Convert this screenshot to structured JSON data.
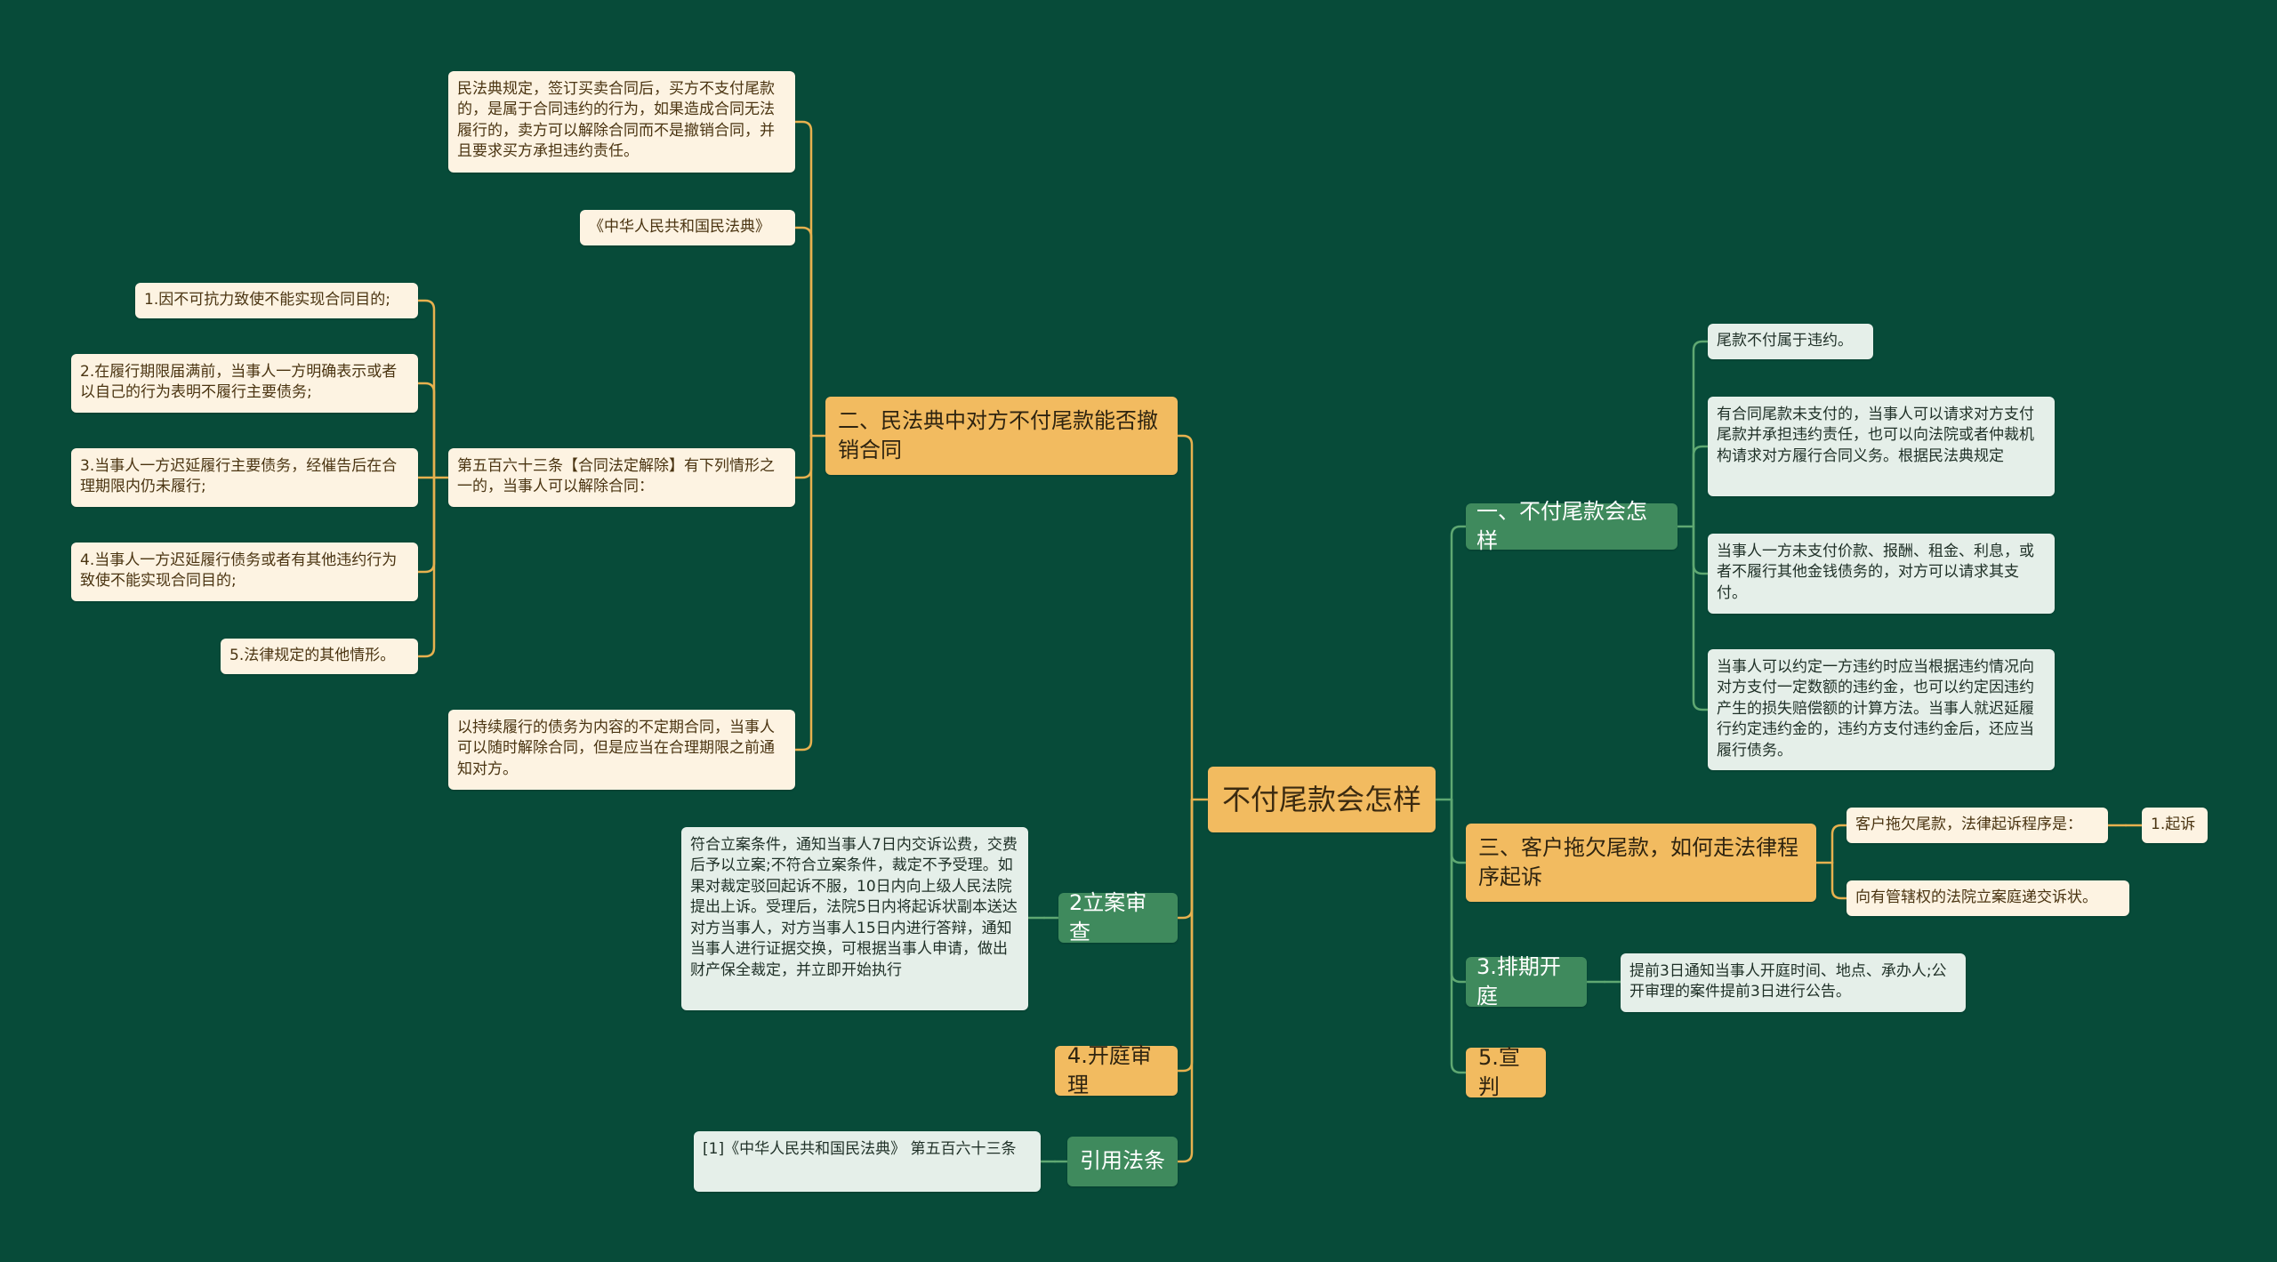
{
  "diagram": {
    "root": "不付尾款会怎样",
    "left": {
      "branch2": {
        "title": "二、民法典中对方不付尾款能否撤销合同",
        "note1": "民法典规定，签订买卖合同后，买方不支付尾款的，是属于合同违约的行为，如果造成合同无法履行的，卖方可以解除合同而不是撤销合同，并且要求买方承担违约责任。",
        "note2": "《中华人民共和国民法典》",
        "article": "第五百六十三条【合同法定解除】有下列情形之一的，当事人可以解除合同：",
        "items": [
          "1.因不可抗力致使不能实现合同目的;",
          "2.在履行期限届满前，当事人一方明确表示或者以自己的行为表明不履行主要债务;",
          "3.当事人一方迟延履行主要债务，经催告后在合理期限内仍未履行;",
          "4.当事人一方迟延履行债务或者有其他违约行为致使不能实现合同目的;",
          "5.法律规定的其他情形。"
        ],
        "note3": "以持续履行的债务为内容的不定期合同，当事人可以随时解除合同，但是应当在合理期限之前通知对方。"
      },
      "filing": {
        "title": "2立案审查",
        "detail": "符合立案条件，通知当事人7日内交诉讼费，交费后予以立案;不符合立案条件，裁定不予受理。如果对裁定驳回起诉不服，10日内向上级人民法院提出上诉。受理后，法院5日内将起诉状副本送达对方当事人，对方当事人15日内进行答辩，通知当事人进行证据交换，可根据当事人申请，做出财产保全裁定，并立即开始执行"
      },
      "trial": {
        "title": "4.开庭审理"
      },
      "cite": {
        "title": "引用法条",
        "detail": "[1]《中华人民共和国民法典》 第五百六十三条"
      }
    },
    "right": {
      "branch1": {
        "title": "一、不付尾款会怎样",
        "items": [
          "尾款不付属于违约。",
          "有合同尾款未支付的，当事人可以请求对方支付尾款并承担违约责任，也可以向法院或者仲裁机构请求对方履行合同义务。根据民法典规定",
          "当事人一方未支付价款、报酬、租金、利息，或者不履行其他金钱债务的，对方可以请求其支付。",
          "当事人可以约定一方违约时应当根据违约情况向对方支付一定数额的违约金，也可以约定因违约产生的损失赔偿额的计算方法。当事人就迟延履行约定违约金的，违约方支付违约金后，还应当履行债务。"
        ]
      },
      "branch3": {
        "title": "三、客户拖欠尾款，如何走法律程序起诉",
        "step_intro": "客户拖欠尾款，法律起诉程序是：",
        "step1": "1.起诉",
        "step_court": "向有管辖权的法院立案庭递交诉状。"
      },
      "schedule": {
        "title": "3.排期开庭",
        "detail": "提前3日通知当事人开庭时间、地点、承办人;公开审理的案件提前3日进行公告。"
      },
      "verdict": {
        "title": "5.宣判"
      }
    }
  },
  "colors": {
    "background": "#074b39",
    "left_connector": "#e7b14f",
    "right_connector": "#5fa872",
    "orange_node": "#f2bb60",
    "green_node": "#3f8a5d"
  }
}
